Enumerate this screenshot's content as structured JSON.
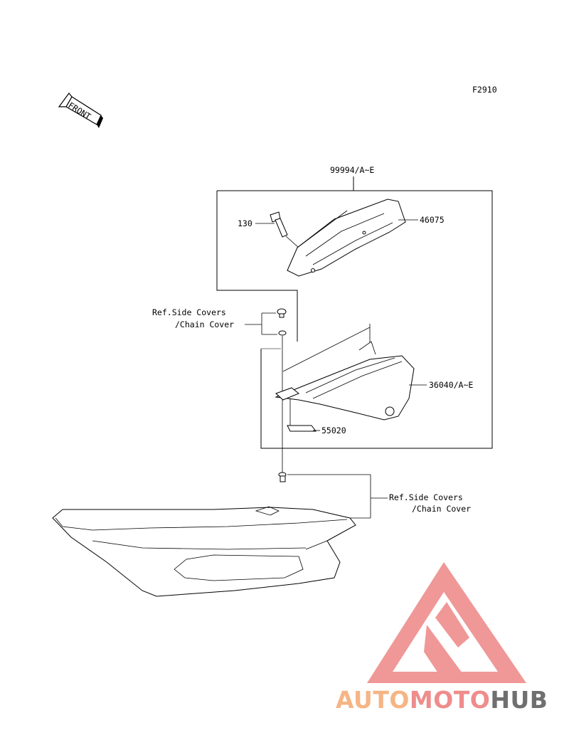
{
  "figure_code": "F2910",
  "front_label": "FRONT",
  "callouts": {
    "kit": "99994/A~E",
    "bolt": "130",
    "bracket": "46075",
    "ref_top_line1": "Ref.Side Covers",
    "ref_top_line2": "/Chain Cover",
    "cover": "36040/A~E",
    "label": "55020",
    "ref_bottom_line1": "Ref.Side Covers",
    "ref_bottom_line2": "/Chain Cover"
  },
  "watermark": {
    "part1": "AUTO",
    "part2": "MOTO",
    "part3": "HUB",
    "colors": {
      "auto": "#f6b585",
      "moto": "#ef8c8c",
      "hub": "#6f6f6f",
      "logo": "#ef8c8c"
    }
  }
}
